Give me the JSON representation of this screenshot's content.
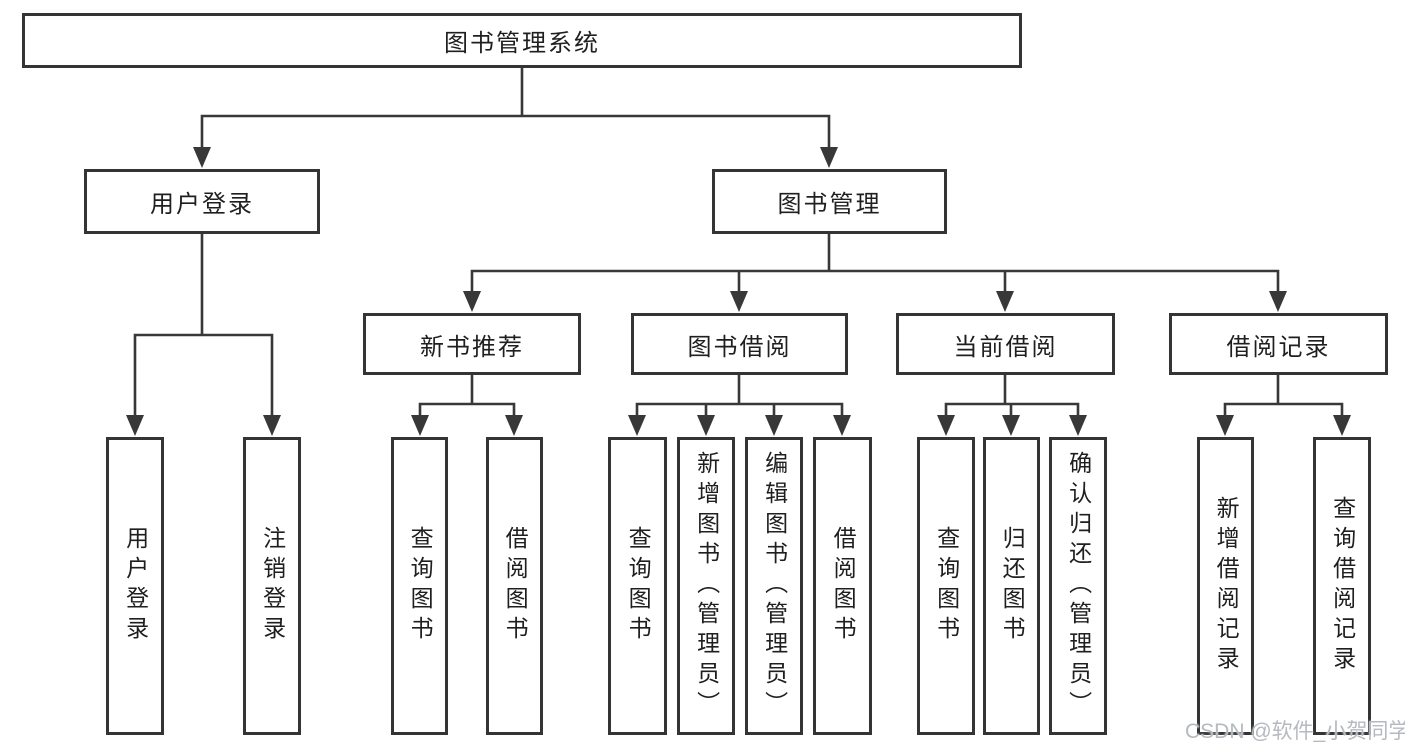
{
  "colors": {
    "line": "#383838",
    "border": "#343434",
    "text": "#1f1f1f",
    "background": "#ffffff",
    "watermark": "#b4bac0"
  },
  "watermark": "CSDN @软件_小贺同学",
  "tree": {
    "root": "图书管理系统",
    "children": [
      {
        "label": "用户登录",
        "children": [
          {
            "label": "用户登录"
          },
          {
            "label": "注销登录"
          }
        ]
      },
      {
        "label": "图书管理",
        "children": [
          {
            "label": "新书推荐",
            "children": [
              {
                "label": "查询图书"
              },
              {
                "label": "借阅图书"
              }
            ]
          },
          {
            "label": "图书借阅",
            "children": [
              {
                "label": "查询图书"
              },
              {
                "label": "新增图书（管理员）"
              },
              {
                "label": "编辑图书（管理员）"
              },
              {
                "label": "借阅图书"
              }
            ]
          },
          {
            "label": "当前借阅",
            "children": [
              {
                "label": "查询图书"
              },
              {
                "label": "归还图书"
              },
              {
                "label": "确认归还（管理员）"
              }
            ]
          },
          {
            "label": "借阅记录",
            "children": [
              {
                "label": "新增借阅记录"
              },
              {
                "label": "查询借阅记录"
              }
            ]
          }
        ]
      }
    ]
  }
}
